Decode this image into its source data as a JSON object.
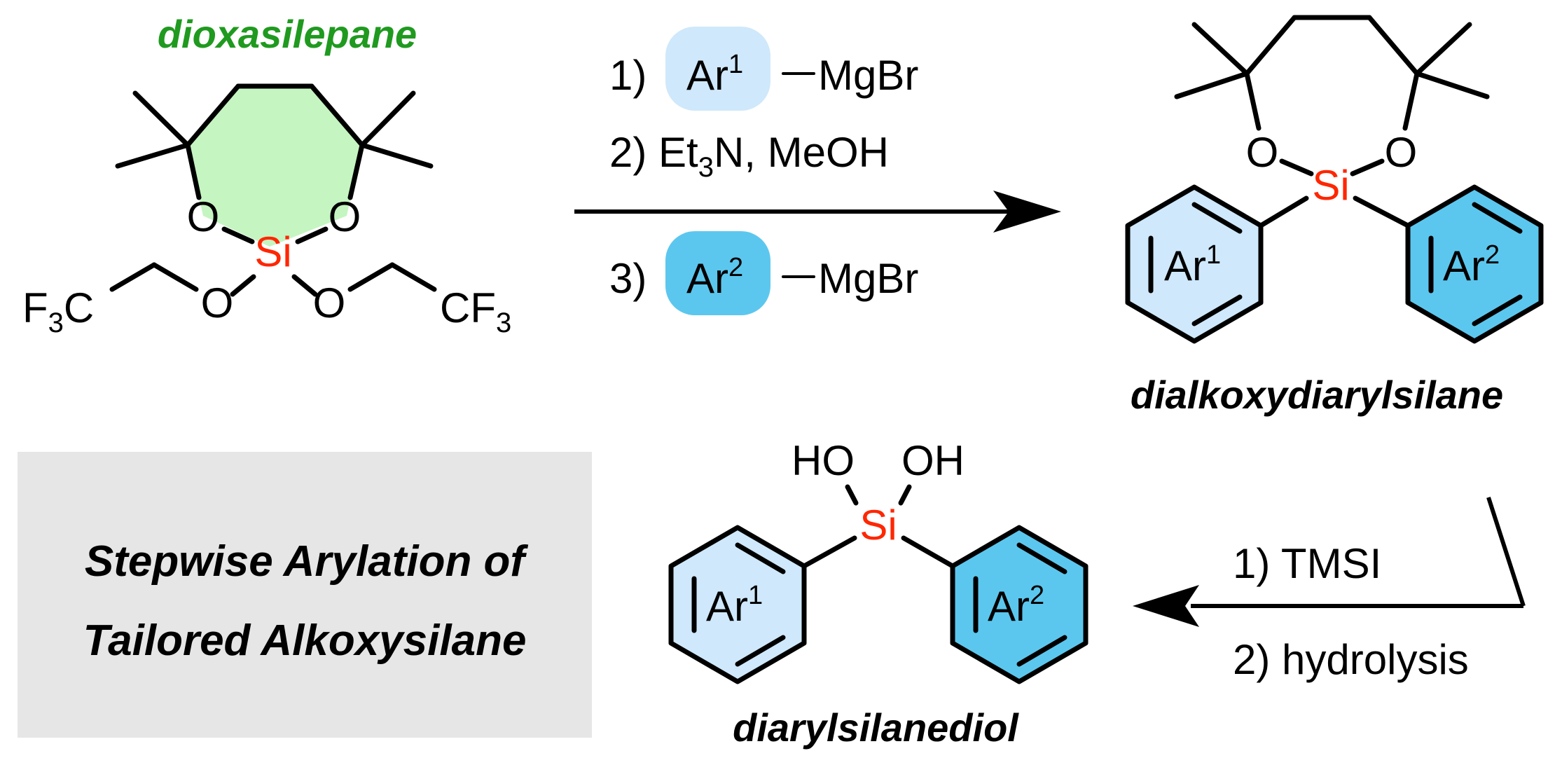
{
  "colors": {
    "ar1_fill": "#cfe8fb",
    "ar2_fill": "#5cc7ee",
    "ring_fill": "#c5f5c1",
    "silicon": "#ff2600",
    "label_green": "#1f9a1f",
    "box_gray": "#e6e6e6"
  },
  "labels": {
    "dioxasilepane": "dioxasilepane",
    "dialkoxydiarylsilane": "dialkoxydiarylsilane",
    "diarylsilanediol": "diarylsilanediol"
  },
  "atoms": {
    "si": "Si",
    "o": "O",
    "f3c": "F",
    "f3c_sub": "3",
    "f3c_tail": "C",
    "cf3_head": "CF",
    "cf3_sub": "3",
    "ho": "HO",
    "oh": "OH",
    "ar": "Ar",
    "sup1": "1",
    "sup2": "2"
  },
  "reagents": {
    "step1_num": "1)",
    "step1_ar": "Ar",
    "step1_sup": "1",
    "step1_tail": "MgBr",
    "step2_a": "2) Et",
    "step2_sub": "3",
    "step2_b": "N, MeOH",
    "step3_num": "3)",
    "step3_ar": "Ar",
    "step3_sup": "2",
    "step3_tail": "MgBr",
    "step4": "1) TMSI",
    "step5": "2) hydrolysis"
  },
  "title": {
    "line1": "Stepwise Arylation of",
    "line2": "Tailored Alkoxysilane"
  }
}
